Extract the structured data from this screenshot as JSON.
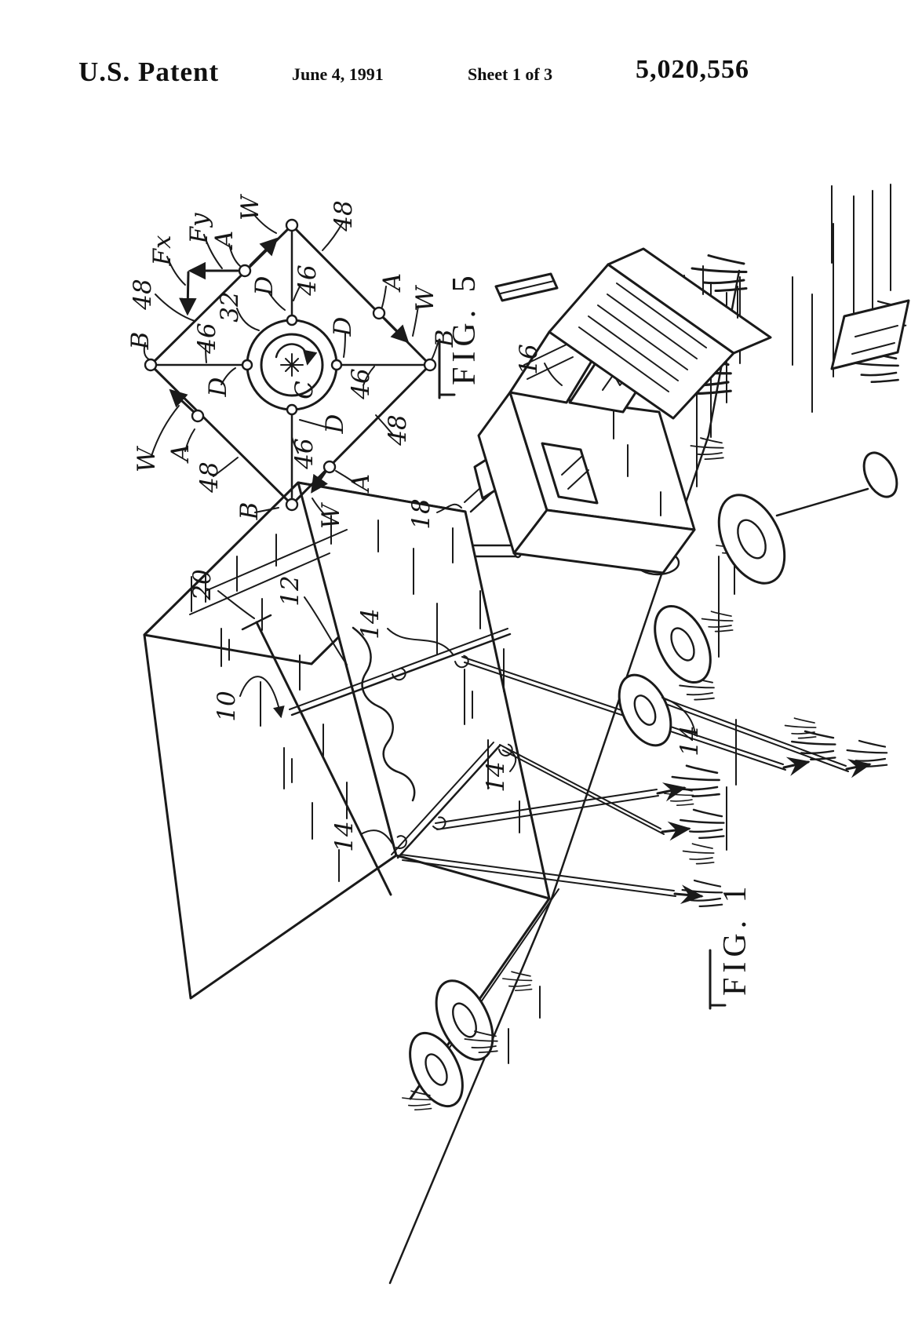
{
  "header": {
    "title": "U.S. Patent",
    "date": "June 4, 1991",
    "sheet": "Sheet 1 of 3",
    "patent_number": "5,020,556"
  },
  "figure5": {
    "caption": "FIG. 5",
    "force_labels": {
      "fx": "Fx",
      "fy": "Fy"
    },
    "center_ref": "C",
    "ring_ref": "32",
    "corner_labels": [
      "B",
      "B",
      "B"
    ],
    "midpoint_labels": [
      "A",
      "A",
      "A",
      "A"
    ],
    "load_labels": [
      "W",
      "W",
      "W",
      "W"
    ],
    "attachment_labels": [
      "D",
      "D",
      "D",
      "D"
    ],
    "spoke_refs": [
      "46",
      "46",
      "46",
      "46"
    ],
    "edge_refs": [
      "48",
      "48",
      "48",
      "48"
    ]
  },
  "figure1": {
    "caption": "FIG. 1",
    "assembly_ref": "10",
    "cover_ref": "12",
    "tiedown_refs": [
      "14",
      "14",
      "14",
      "14"
    ],
    "tractor_ref": "16",
    "trailer_ref": "18",
    "pole_ref": "20"
  }
}
